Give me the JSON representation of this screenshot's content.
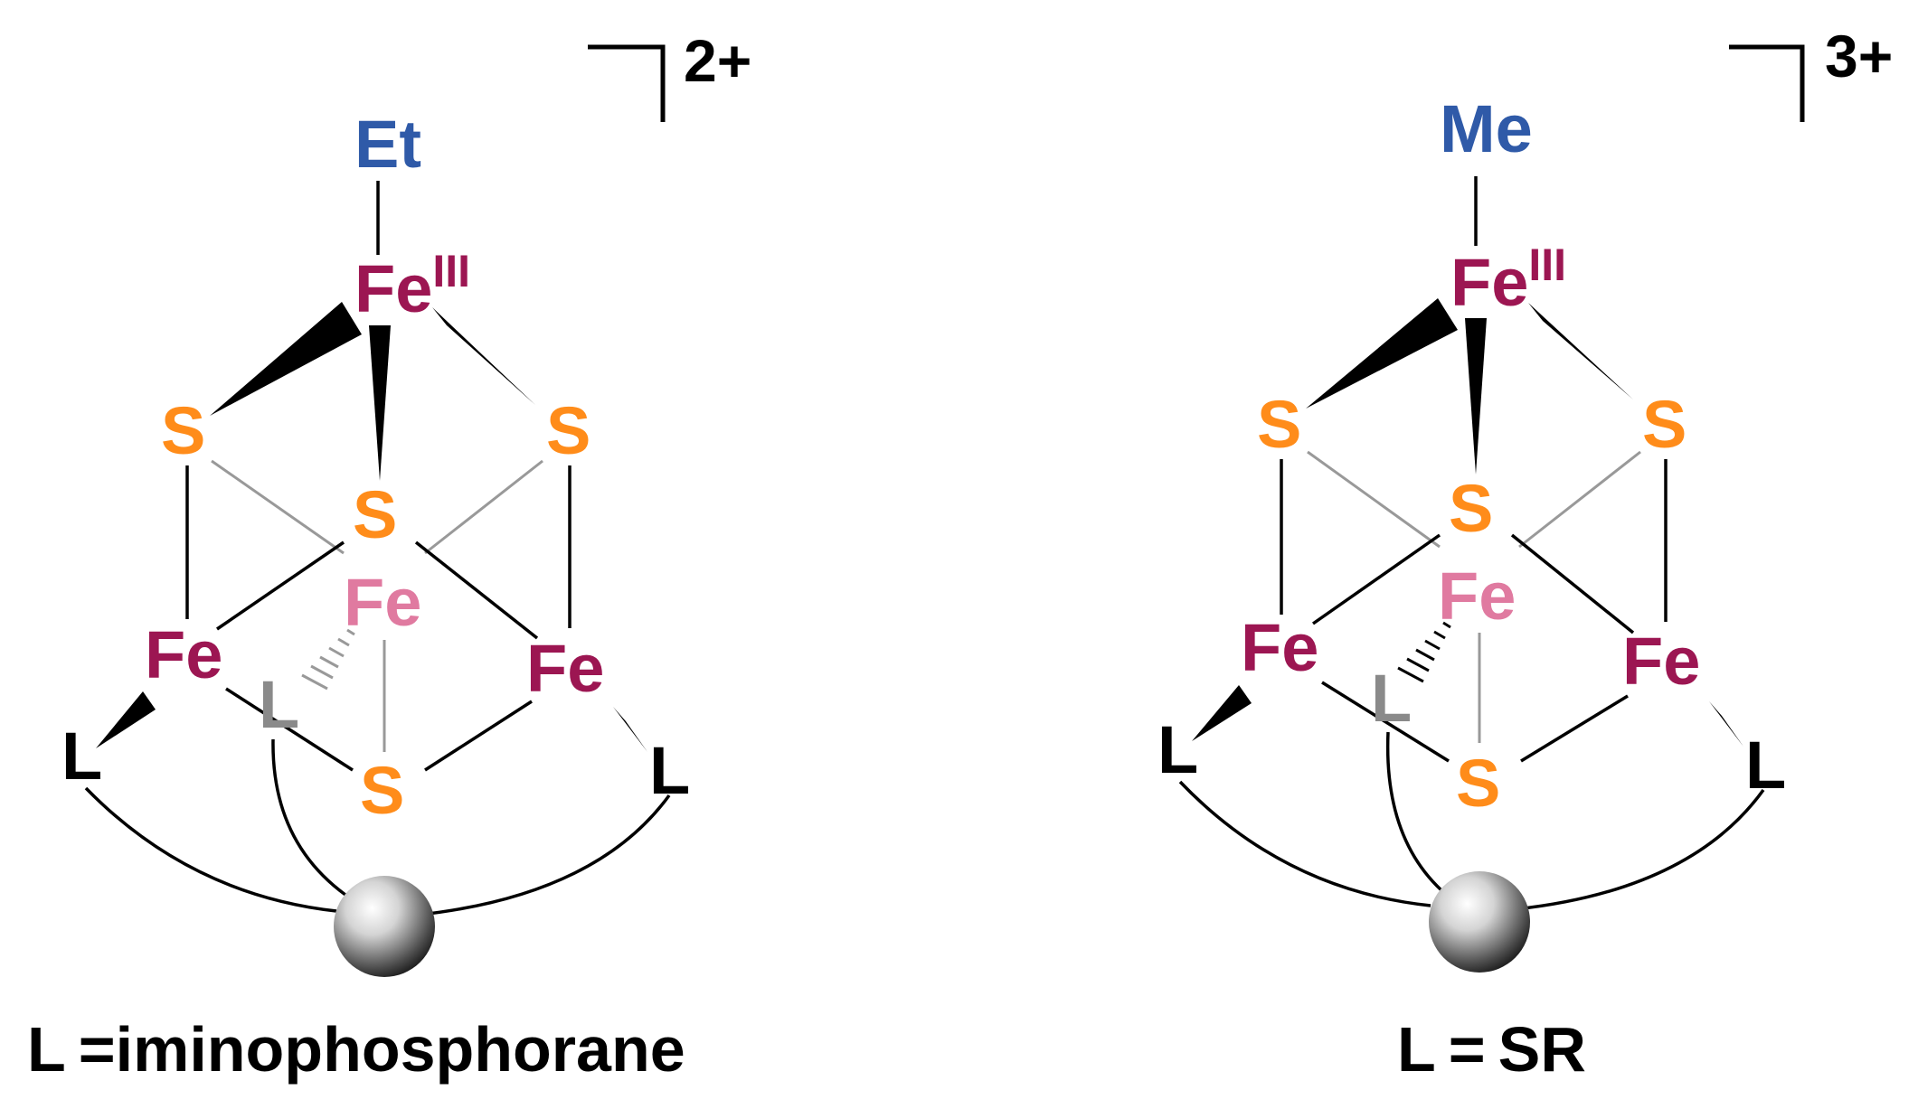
{
  "colors": {
    "iron": "#9c1652",
    "iron_back": "#e07aa0",
    "sulfur": "#ff8c1a",
    "alkyl": "#2f5aa8",
    "ligand": "#000000",
    "ligand_back": "#8a8a8a",
    "bond": "#000000",
    "bond_back": "#999999"
  },
  "left": {
    "alkyl": "Et",
    "apical_fe": "Fe",
    "apical_ox": "III",
    "s_left": "S",
    "s_right": "S",
    "s_center": "S",
    "s_bottom": "S",
    "fe_left": "Fe",
    "fe_right": "Fe",
    "fe_back": "Fe",
    "l_left": "L",
    "l_right": "L",
    "l_back": "L",
    "charge": "2+",
    "caption": "L =iminophosphorane"
  },
  "right": {
    "alkyl": "Me",
    "apical_fe": "Fe",
    "apical_ox": "III",
    "s_left": "S",
    "s_right": "S",
    "s_center": "S",
    "s_bottom": "S",
    "fe_left": "Fe",
    "fe_right": "Fe",
    "fe_back": "Fe",
    "l_left": "L",
    "l_right": "L",
    "l_back": "L",
    "charge": "3+",
    "caption": "L = SR"
  }
}
